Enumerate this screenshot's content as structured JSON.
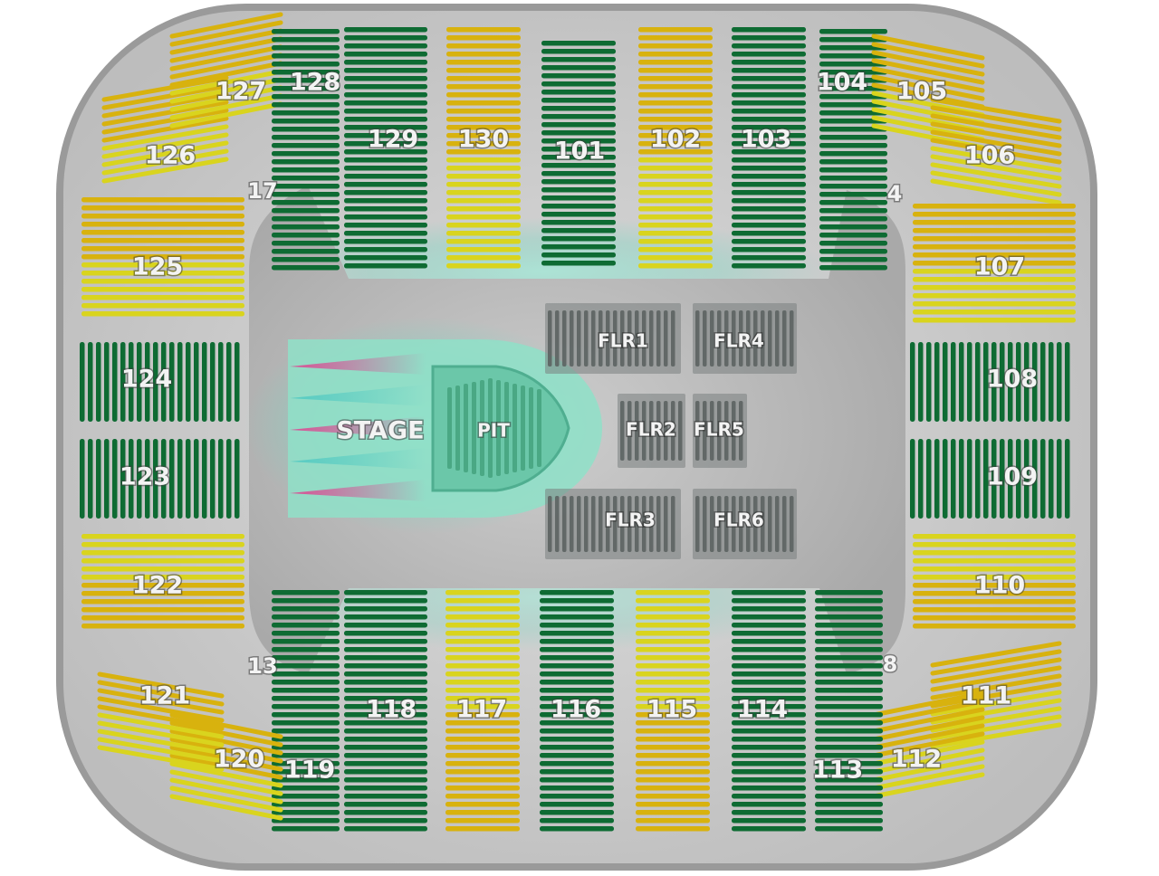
{
  "colors": {
    "green": "#0e6b33",
    "yellow": "#d8b20e",
    "lime": "#d9d41e",
    "concrete": "#cfcfcf",
    "arena_floor": "#bcbcbc",
    "floor_section": "#7a807f",
    "stage_glow": "#7fe0c8",
    "stage_light_pink": "#e0408f",
    "stage_light_teal": "#4fc9c2"
  },
  "stage": {
    "label": "STAGE"
  },
  "pit": {
    "label": "PIT"
  },
  "floor_sections": [
    {
      "id": "FLR1",
      "label": "FLR1"
    },
    {
      "id": "FLR2",
      "label": "FLR2"
    },
    {
      "id": "FLR3",
      "label": "FLR3"
    },
    {
      "id": "FLR4",
      "label": "FLR4"
    },
    {
      "id": "FLR5",
      "label": "FLR5"
    },
    {
      "id": "FLR6",
      "label": "FLR6"
    }
  ],
  "sections": [
    {
      "label": "101",
      "color": "green"
    },
    {
      "label": "102",
      "color": "yellow"
    },
    {
      "label": "103",
      "color": "green"
    },
    {
      "label": "104",
      "color": "green"
    },
    {
      "label": "105",
      "color": "yellow"
    },
    {
      "label": "106",
      "color": "yellow"
    },
    {
      "label": "107",
      "color": "yellow"
    },
    {
      "label": "108",
      "color": "green"
    },
    {
      "label": "109",
      "color": "green"
    },
    {
      "label": "110",
      "color": "yellow"
    },
    {
      "label": "111",
      "color": "yellow"
    },
    {
      "label": "112",
      "color": "yellow"
    },
    {
      "label": "113",
      "color": "green"
    },
    {
      "label": "114",
      "color": "green"
    },
    {
      "label": "115",
      "color": "yellow"
    },
    {
      "label": "116",
      "color": "green"
    },
    {
      "label": "117",
      "color": "yellow"
    },
    {
      "label": "118",
      "color": "green"
    },
    {
      "label": "119",
      "color": "green"
    },
    {
      "label": "120",
      "color": "yellow"
    },
    {
      "label": "121",
      "color": "yellow"
    },
    {
      "label": "122",
      "color": "yellow"
    },
    {
      "label": "123",
      "color": "green"
    },
    {
      "label": "124",
      "color": "green"
    },
    {
      "label": "125",
      "color": "yellow"
    },
    {
      "label": "126",
      "color": "yellow"
    },
    {
      "label": "127",
      "color": "yellow"
    },
    {
      "label": "128",
      "color": "green"
    },
    {
      "label": "129",
      "color": "green"
    },
    {
      "label": "130",
      "color": "yellow"
    }
  ],
  "aisles": [
    {
      "label": "17"
    },
    {
      "label": "4"
    },
    {
      "label": "13"
    },
    {
      "label": "8"
    }
  ]
}
